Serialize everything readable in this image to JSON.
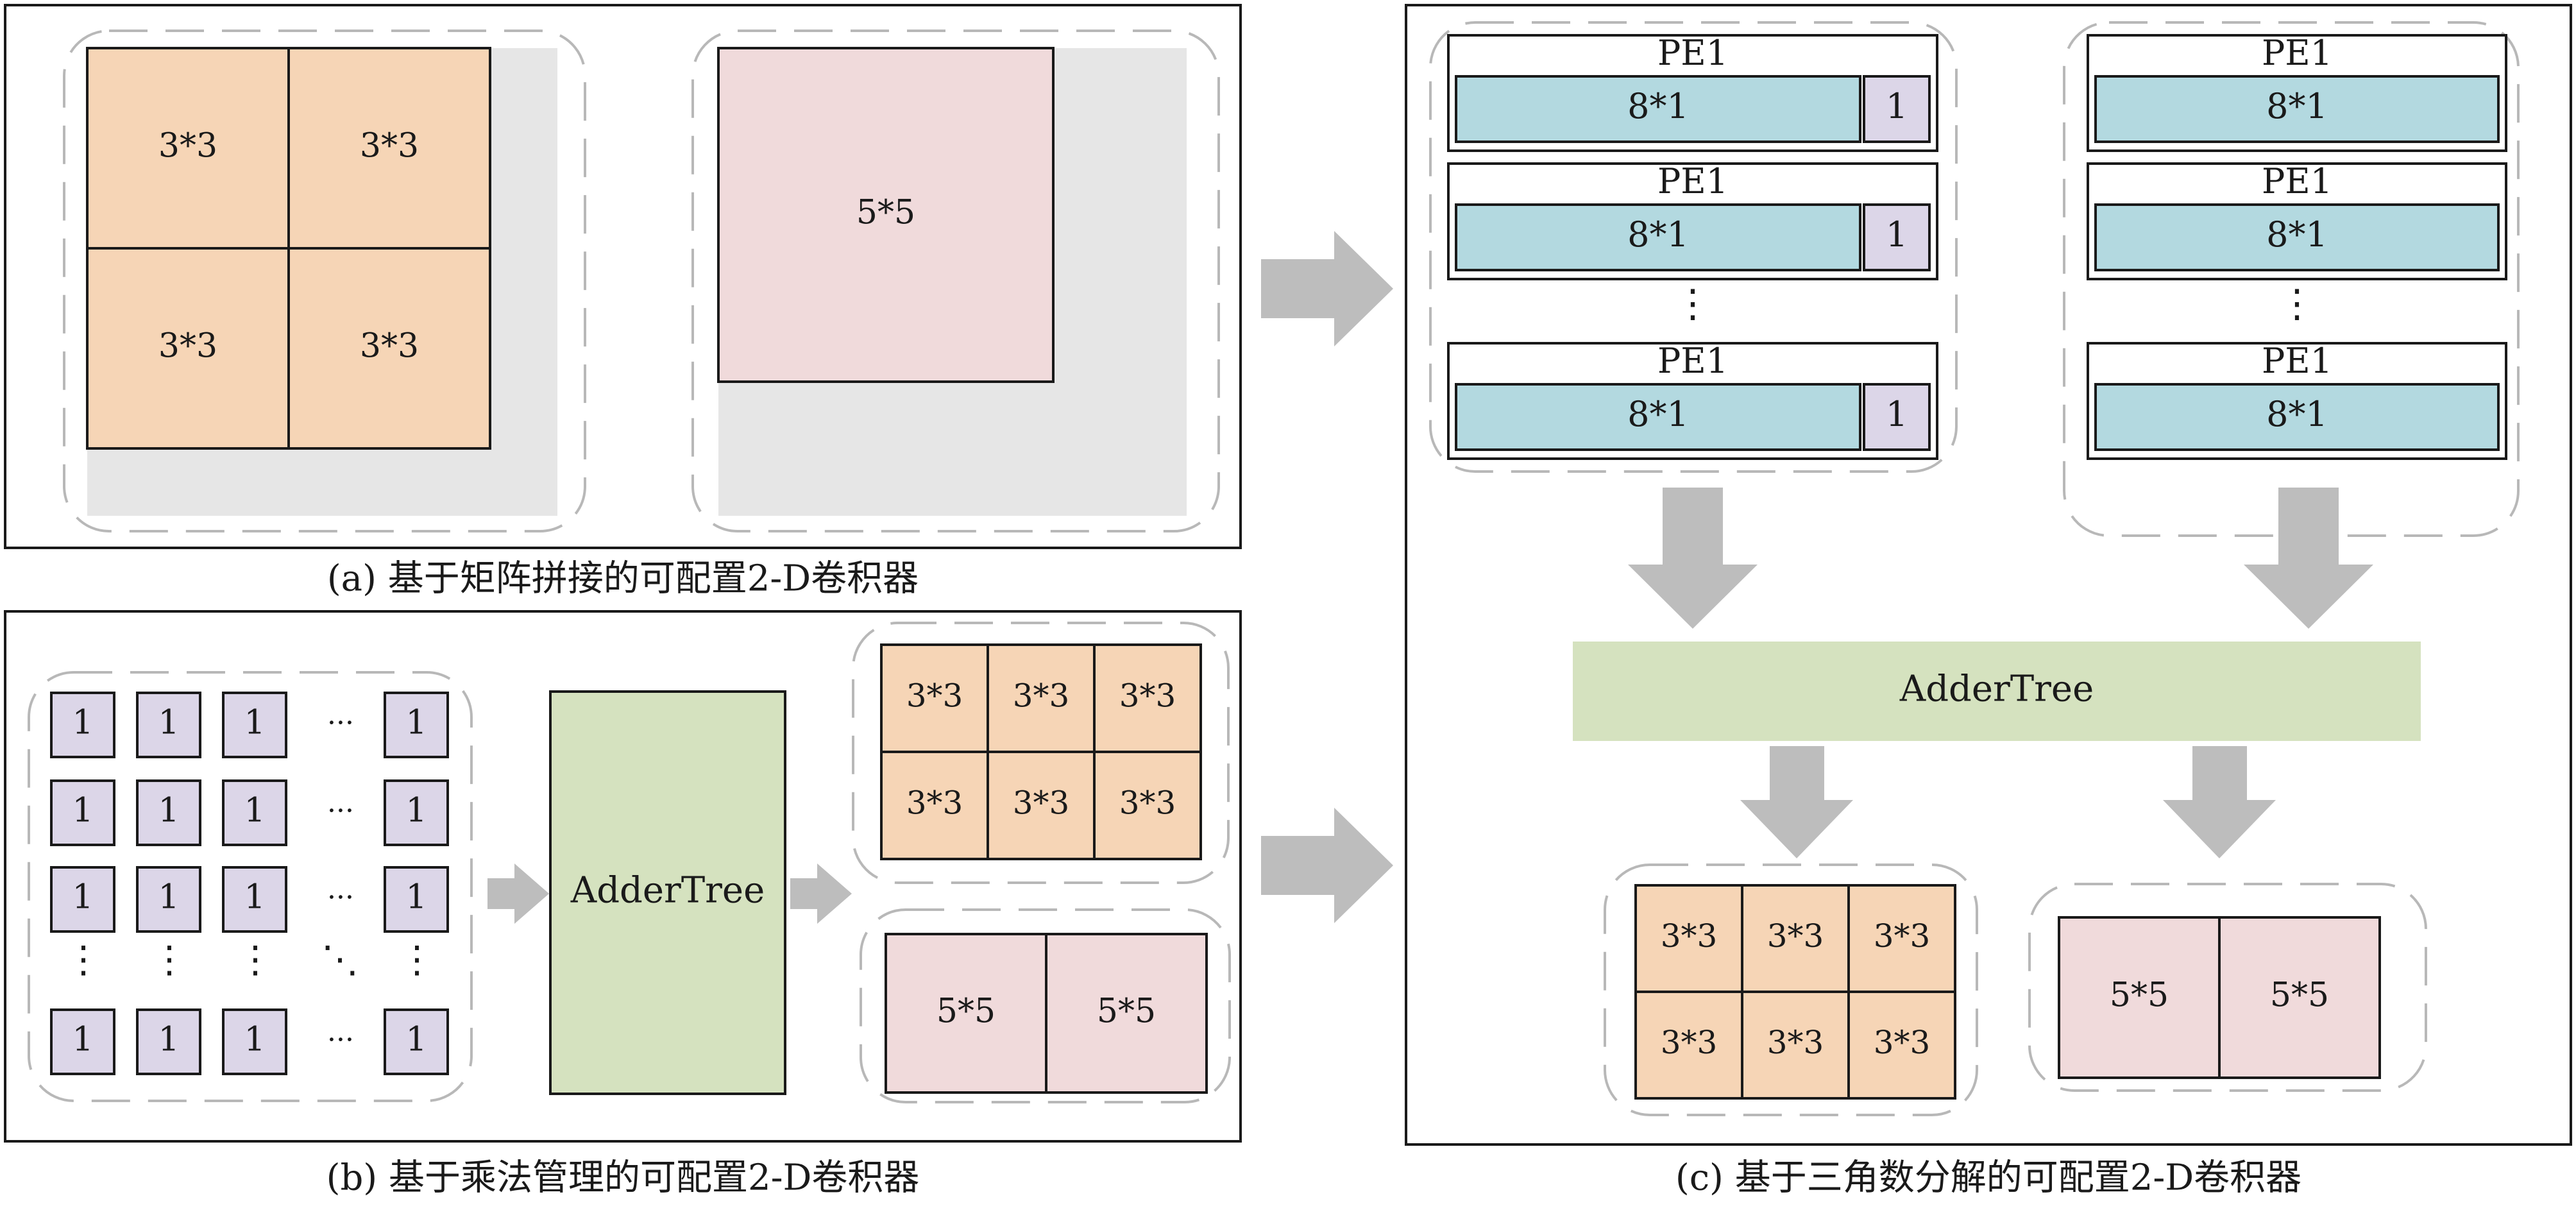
{
  "panel_a": {
    "caption": "(a) 基于矩阵拼接的可配置2-D卷积器",
    "block_3x3": "3*3",
    "block_5x5": "5*5"
  },
  "panel_b": {
    "caption": "(b) 基于乘法管理的可配置2-D卷积器",
    "pe_label": "1",
    "hdots": "···",
    "vdots": "⋮",
    "ddots": "⋱",
    "adder_label": "AdderTree",
    "block_3x3": "3*3",
    "block_5x5": "5*5"
  },
  "panel_c": {
    "caption": "(c) 基于三角数分解的可配置2-D卷积器",
    "pe_title": "PE1",
    "pe_main": "8*1",
    "pe_extra": "1",
    "vdots": "⋮",
    "adder_label": "AdderTree",
    "block_3x3": "3*3",
    "block_5x5": "5*5"
  },
  "colors": {
    "orange": "#f6d5b6",
    "pink": "#f0dadb",
    "gray": "#e6e6e6",
    "lavender": "#dcd6e8",
    "cyan": "#b3d9e0",
    "green": "#d5e2bf",
    "arrow": "#bdbdbd",
    "dash": "#b8b8b8"
  }
}
